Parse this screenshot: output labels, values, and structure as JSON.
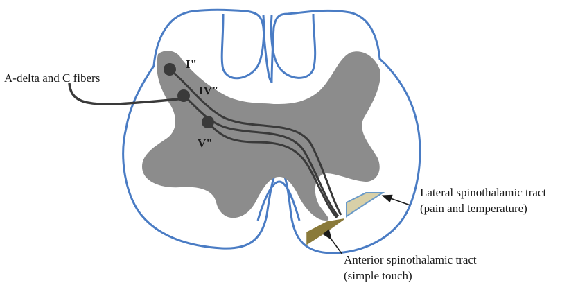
{
  "laminae": {
    "lamina_1": "I\"",
    "lamina_4": "IV\"",
    "lamina_5": "V\""
  },
  "labels": {
    "fibers": "A-delta and C fibers",
    "lateral_tract_line1": "Lateral spinothalamic tract",
    "lateral_tract_line2": "(pain and temperature)",
    "anterior_tract_line1": "Anterior spinothalamic tract",
    "anterior_tract_line2": "(simple touch)"
  },
  "colors": {
    "cord_outline": "#4a7cc4",
    "gray_matter": "#8c8c8c",
    "fiber": "#3a3a3a",
    "lateral_tract_fill": "#d8d0a8",
    "lateral_tract_stroke": "#6a9ac8",
    "anterior_tract_fill": "#8a7a3a"
  }
}
